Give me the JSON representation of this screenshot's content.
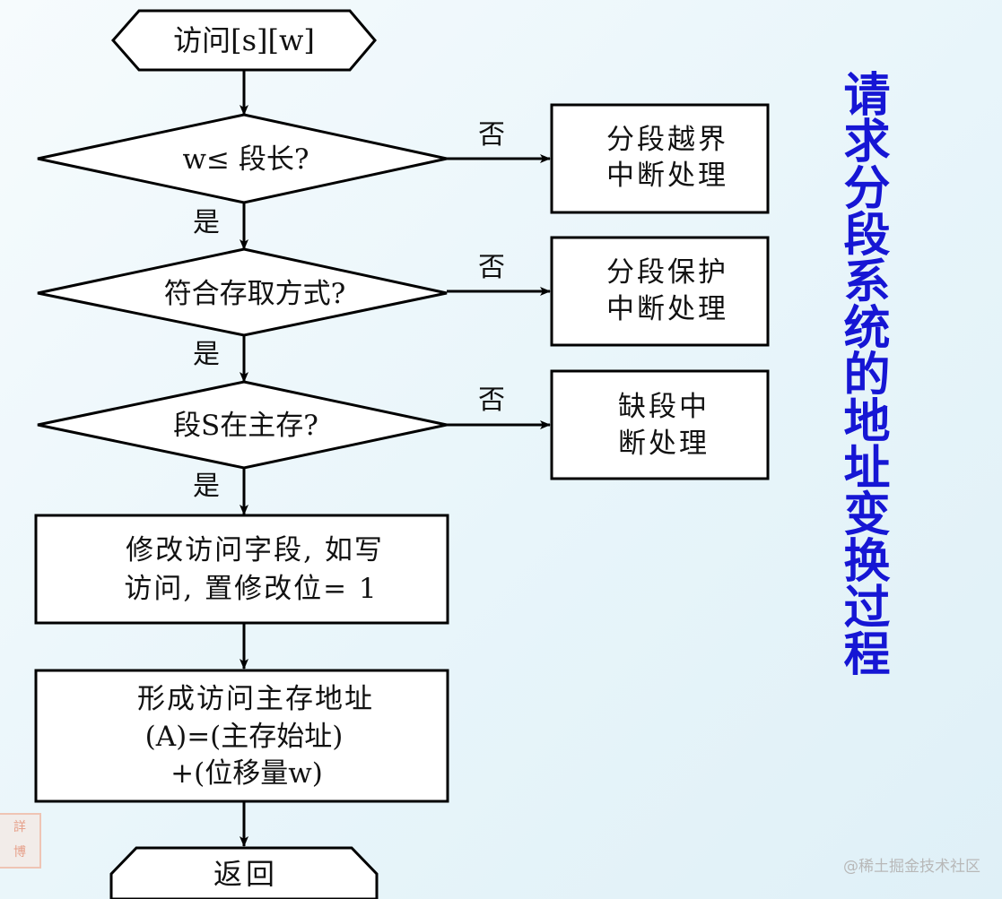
{
  "title": "请求分段系统的地址变换过程",
  "flow": {
    "start": "访问[s][w]",
    "decision1": "w≤ 段长?",
    "decision2": "符合存取方式?",
    "decision3": "段S在主存?",
    "yes_label": "是",
    "no_label": "否",
    "fault1": [
      "分段越界",
      "中断处理"
    ],
    "fault2": [
      "分段保护",
      "中断处理"
    ],
    "fault3": [
      "缺段中",
      "断处理"
    ],
    "process1": [
      "修改访问字段, 如写",
      "访问, 置修改位= 1"
    ],
    "process2": [
      "形成访问主存地址",
      "(A)=(主存始址)",
      "+(位移量w)"
    ],
    "end": "返回"
  },
  "watermark": "@稀土掘金技术社区",
  "colors": {
    "title": "#1616d4",
    "line": "#000000"
  }
}
